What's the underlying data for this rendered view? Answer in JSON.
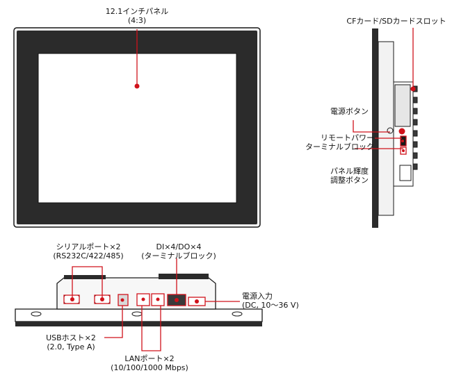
{
  "callouts": {
    "panel": {
      "line1": "12.1インチパネル",
      "line2": "(4:3)"
    },
    "card_slot": {
      "line1": "CFカード/SDカードスロット"
    },
    "power_button": {
      "line1": "電源ボタン"
    },
    "remote_power": {
      "line1": "リモートパワー",
      "line2": "ターミナルブロック"
    },
    "brightness": {
      "line1": "パネル輝度",
      "line2": "調整ボタン"
    },
    "serial": {
      "line1": "シリアルポート×2",
      "line2": "(RS232C/422/485)"
    },
    "dio": {
      "line1": "DI×4/DO×4",
      "line2": "(ターミナルブロック)"
    },
    "power_input": {
      "line1": "電源入力",
      "line2": "(DC, 10〜36 V)"
    },
    "usb": {
      "line1": "USBホスト×2",
      "line2": "(2.0, Type A)"
    },
    "lan": {
      "line1": "LANポート×2",
      "line2": "(10/100/1000 Mbps)"
    }
  },
  "colors": {
    "accent": "#d0121b",
    "outline": "#1a1a1a",
    "bezel": "#2b2b2b",
    "screen": "#ffffff"
  }
}
